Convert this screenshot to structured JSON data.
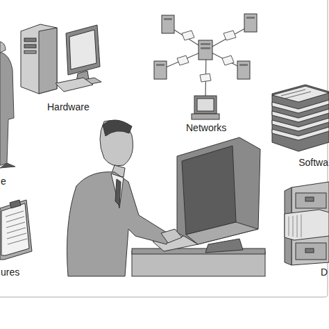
{
  "diagram": {
    "labels": [
      "Hardware",
      "Networks",
      "Softwa",
      "e",
      "ures",
      "D"
    ]
  }
}
